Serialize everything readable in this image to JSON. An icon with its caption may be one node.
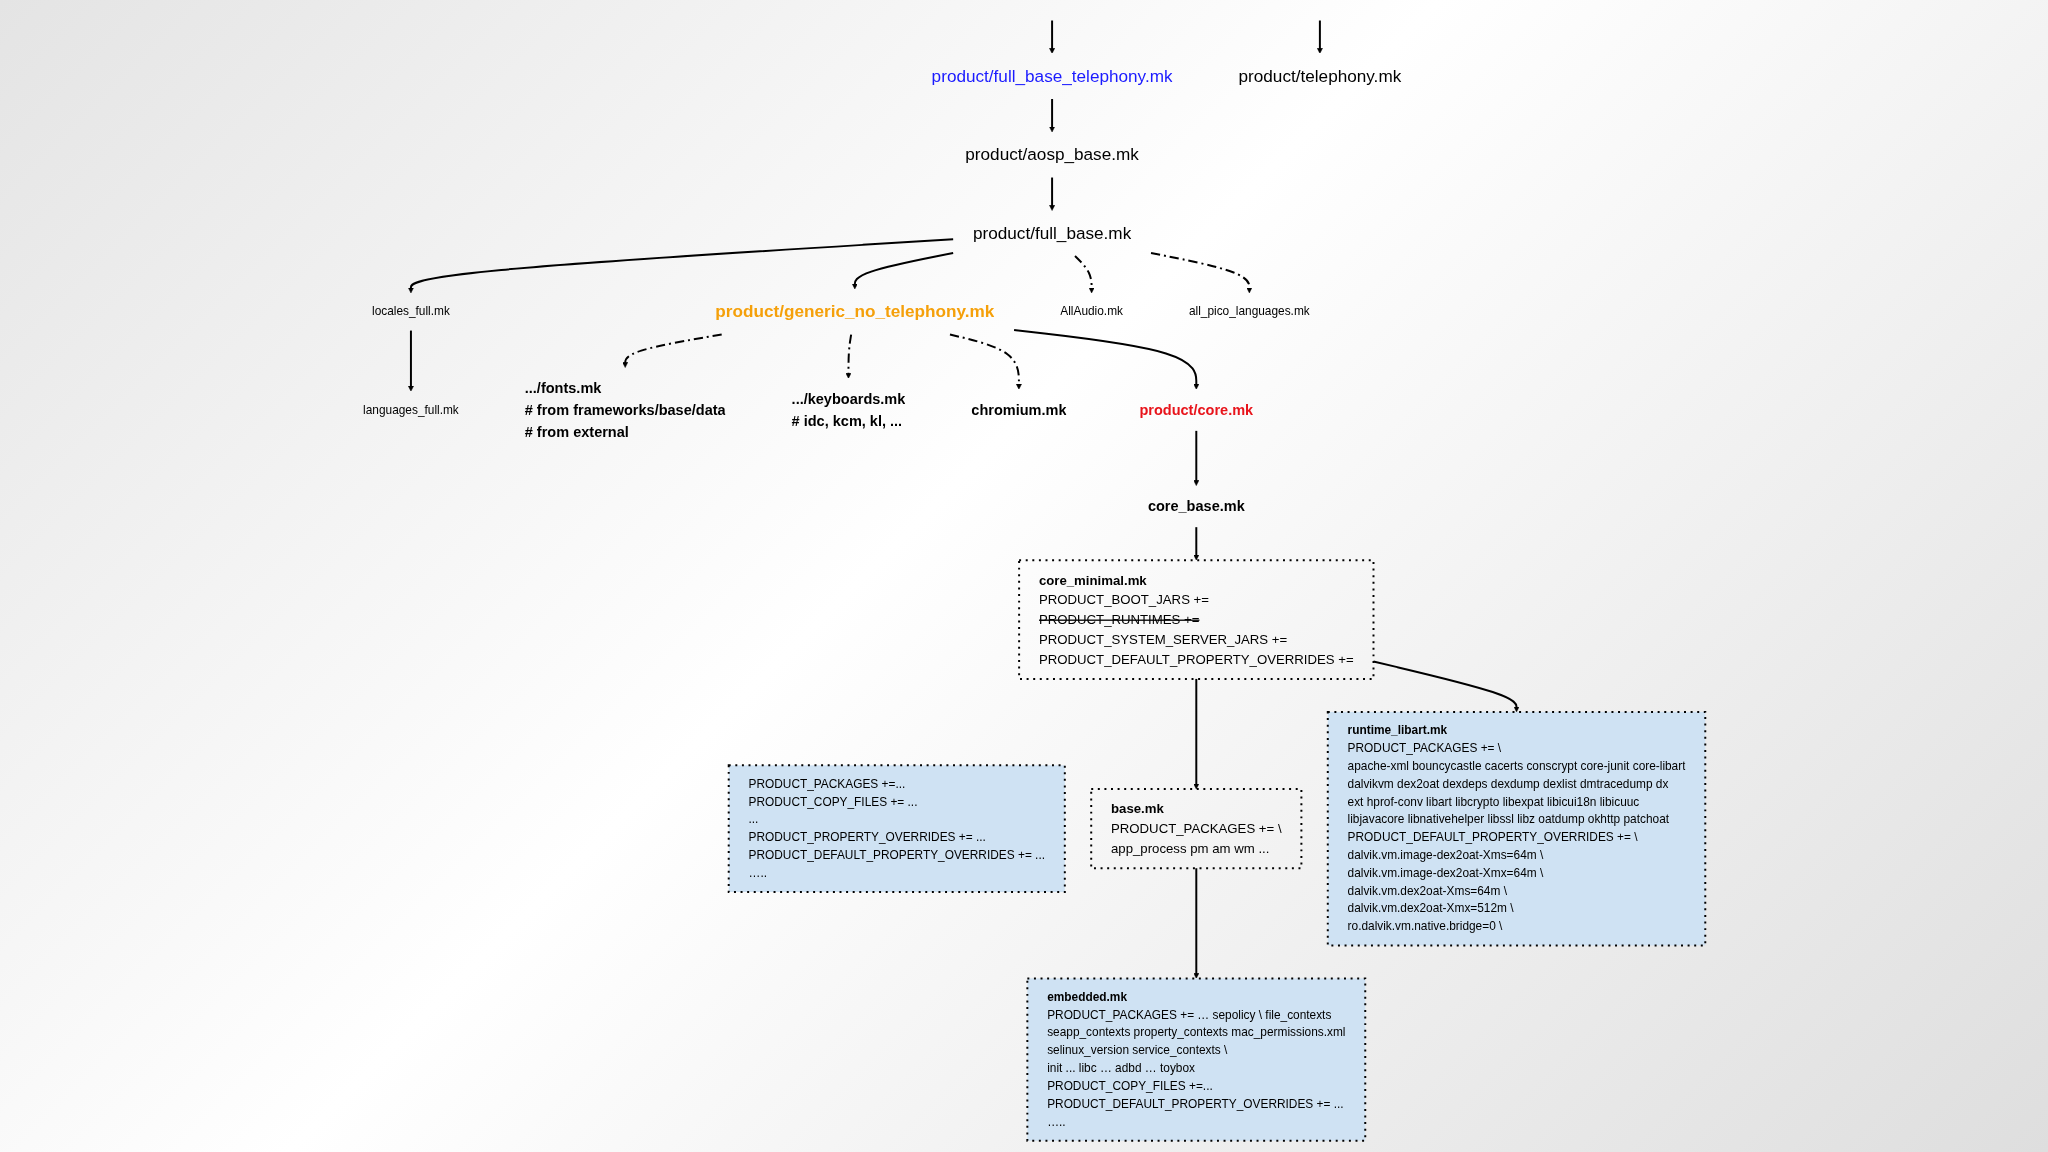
{
  "diagram": {
    "nodes": [
      {
        "text": [
          "product/full_base_telephony.mk"
        ]
      },
      {
        "text": [
          "product/aosp_base.mk"
        ]
      },
      {
        "text": [
          "product/telephony.mk"
        ]
      },
      {
        "text": [
          "product/full_base.mk"
        ]
      },
      {
        "text": [
          "locales_full.mk"
        ]
      },
      {
        "text": [
          "product/generic_no_telephony.mk"
        ]
      },
      {
        "text": [
          "AllAudio.mk"
        ]
      },
      {
        "text": [
          "all_pico_languages.mk"
        ]
      },
      {
        "text": [
          "languages_full.mk"
        ]
      },
      {
        "text": [
          ".../fonts.mk"
        ],
        "beside": [
          "# from frameworks/base/data",
          "# from external"
        ]
      },
      {
        "text": [
          ".../keyboards.mk"
        ],
        "beside": [
          "# idc, kcm, kl, ..."
        ]
      },
      {
        "text": [
          "chromium.mk"
        ]
      },
      {
        "text": [
          "product/core.mk"
        ]
      },
      {
        "text": [
          "core_base.mk"
        ]
      },
      {
        "text": [
          "core_minimal.mk",
          "PRODUCT_BOOT_JARS +=",
          "PRODUCT_RUNTIMES +=",
          "PRODUCT_SYSTEM_SERVER_JARS +=",
          "PRODUCT_DEFAULT_PROPERTY_OVERRIDES +="
        ]
      },
      {
        "text": [
          "PRODUCT_PACKAGES +=...",
          "PRODUCT_COPY_FILES += ...",
          "...",
          "PRODUCT_PROPERTY_OVERRIDES += ...",
          "PRODUCT_DEFAULT_PROPERTY_OVERRIDES += ...",
          "….."
        ]
      },
      {
        "text": [
          "base.mk",
          "PRODUCT_PACKAGES += \\",
          "app_process pm am wm ..."
        ]
      },
      {
        "text": [
          "runtime_libart.mk",
          "PRODUCT_PACKAGES += \\",
          "apache-xml bouncycastle cacerts conscrypt core-junit core-libart",
          "dalvikvm dex2oat dexdeps dexdump dexlist dmtracedump dx",
          "ext hprof-conv libart libcrypto libexpat libicui18n libicuuc",
          "libjavacore libnativehelper libssl libz oatdump okhttp patchoat",
          "PRODUCT_DEFAULT_PROPERTY_OVERRIDES += \\",
          "dalvik.vm.image-dex2oat-Xms=64m \\",
          "dalvik.vm.image-dex2oat-Xmx=64m \\",
          "dalvik.vm.dex2oat-Xms=64m \\",
          "dalvik.vm.dex2oat-Xmx=512m \\",
          "ro.dalvik.vm.native.bridge=0 \\"
        ]
      },
      {
        "text": [
          "embedded.mk",
          "PRODUCT_PACKAGES += … sepolicy \\ file_contexts",
          "seapp_contexts property_contexts mac_permissions.xml",
          "selinux_version service_contexts \\",
          "init ... libc … adbd … toybox",
          "PRODUCT_COPY_FILES +=...",
          "PRODUCT_DEFAULT_PROPERTY_OVERRIDES += ...",
          "….."
        ]
      }
    ],
    "edges": [
      {
        "from": null,
        "to": 0,
        "arrow": "to"
      },
      {
        "from": 0,
        "to": 1,
        "arrow": "to"
      },
      {
        "from": 1,
        "to": 3,
        "arrow": "to"
      },
      {
        "from": null,
        "to": 2,
        "arrow": "to"
      },
      {
        "from": 3,
        "to": 4,
        "arrow": "to"
      },
      {
        "from": 3,
        "to": 5,
        "arrow": "to"
      },
      {
        "from": 3,
        "to": 6,
        "arrow": "to",
        "style": "dashed"
      },
      {
        "from": 3,
        "to": 7,
        "arrow": "to",
        "style": "dashed"
      },
      {
        "from": 4,
        "to": 8,
        "arrow": "to"
      },
      {
        "from": 5,
        "to": 9,
        "arrow": "to",
        "style": "dashed"
      },
      {
        "from": 5,
        "to": 10,
        "arrow": "to",
        "style": "dashed"
      },
      {
        "from": 5,
        "to": 11,
        "arrow": "to",
        "style": "dashed"
      },
      {
        "from": 5,
        "to": 12,
        "arrow": "to"
      },
      {
        "from": 12,
        "to": 13,
        "arrow": "to"
      },
      {
        "from": 13,
        "to": 14,
        "arrow": "to"
      },
      {
        "from": 14,
        "to": 17,
        "arrow": "to"
      },
      {
        "from": 14,
        "to": 16,
        "arrow": "to"
      },
      {
        "from": 16,
        "to": 18,
        "arrow": "to"
      }
    ]
  }
}
